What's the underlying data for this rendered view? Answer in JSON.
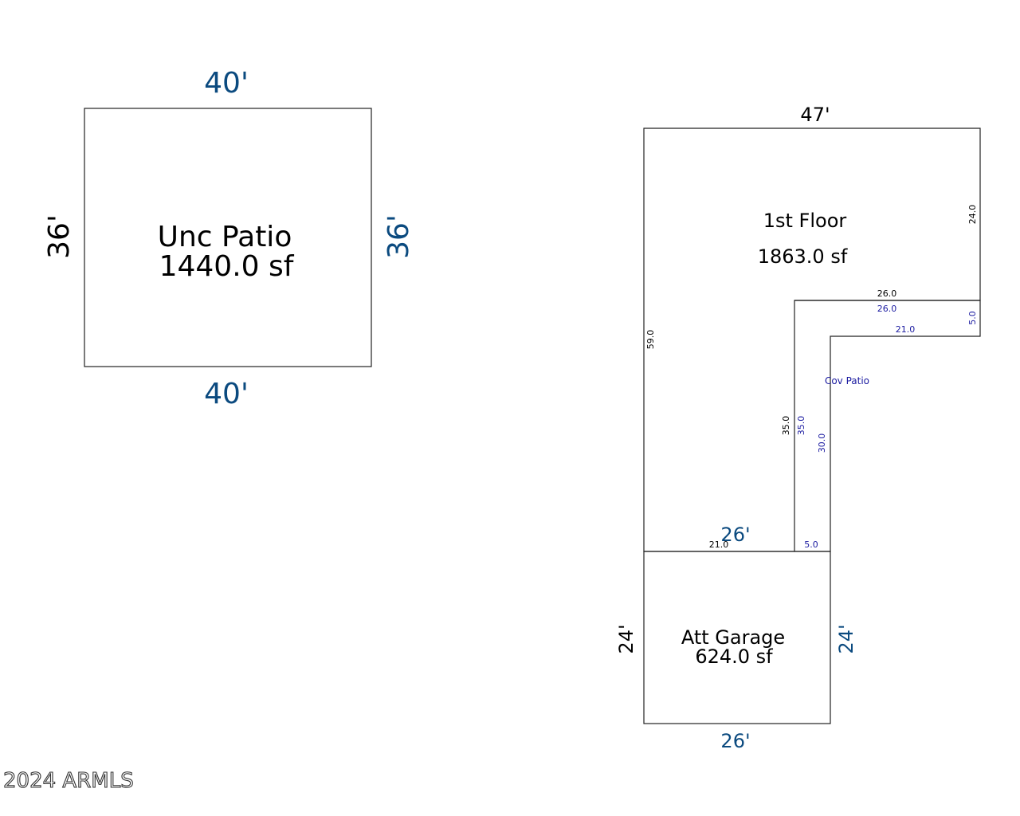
{
  "copyright": "2024 ARMLS",
  "unc_patio": {
    "name": "Unc Patio",
    "area": "1440.0 sf",
    "dim_top": "40'",
    "dim_bottom": "40'",
    "dim_left": "36'",
    "dim_right": "36'"
  },
  "first_floor": {
    "name": "1st Floor",
    "area": "1863.0 sf",
    "dim_top": "47'",
    "dim_right": "24.0",
    "dim_left": "59.0",
    "dim_notch_top": "26.0",
    "dim_notch_side": "35.0",
    "dim_bottom": "21.0"
  },
  "cov_patio": {
    "name": "Cov Patio",
    "dim_top_outer": "26.0",
    "dim_right_small": "5.0",
    "dim_top_inner": "21.0",
    "dim_left_outer": "35.0",
    "dim_left_inner": "30.0",
    "dim_bottom": "5.0"
  },
  "att_garage": {
    "name": "Att Garage",
    "area": "624.0 sf",
    "dim_top": "26'",
    "dim_bottom": "26'",
    "dim_left": "24'",
    "dim_right": "24'"
  }
}
